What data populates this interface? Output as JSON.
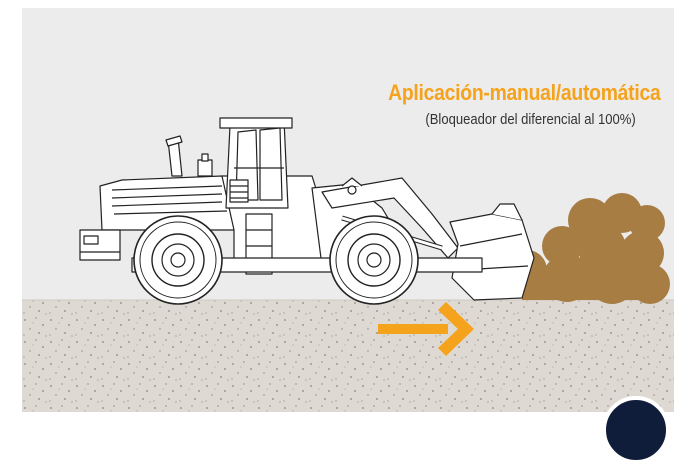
{
  "title": "Aplicación-manual/automática",
  "subtitle": "(Bloqueador del diferencial al 100%)",
  "colors": {
    "accent": "#f5a21c",
    "ground": "#dedad3",
    "sky": "#ececec",
    "dirt": "#a87d43",
    "fab": "#0f1d3b"
  },
  "icons": {
    "direction": "arrow-right-icon",
    "vehicle": "wheel-loader-illustration"
  }
}
